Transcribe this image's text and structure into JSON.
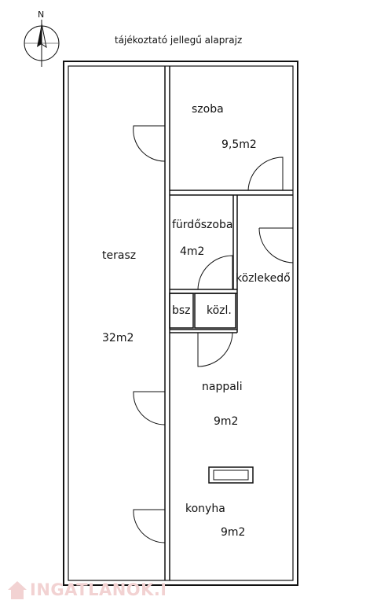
{
  "title": "tájékoztató jellegű alaprajz",
  "compass": {
    "north_label": "N",
    "icon": "compass-rose-icon"
  },
  "rooms": {
    "szoba": {
      "name": "szoba",
      "area": "9,5m2"
    },
    "furdoszoba": {
      "name": "fürdőszoba",
      "area": "4m2"
    },
    "kozlekedo": {
      "name": "közlekedő"
    },
    "bsz": {
      "name": "bsz"
    },
    "kozl": {
      "name": "közl."
    },
    "terasz": {
      "name": "terasz",
      "area": "32m2"
    },
    "nappali": {
      "name": "nappali",
      "area": "9m2"
    },
    "konyha": {
      "name": "konyha",
      "area": "9m2"
    }
  },
  "watermark": {
    "text": "INGATLANOK.HU",
    "color": "#f2d2d2"
  },
  "colors": {
    "wall": "#111111",
    "background": "#ffffff"
  }
}
